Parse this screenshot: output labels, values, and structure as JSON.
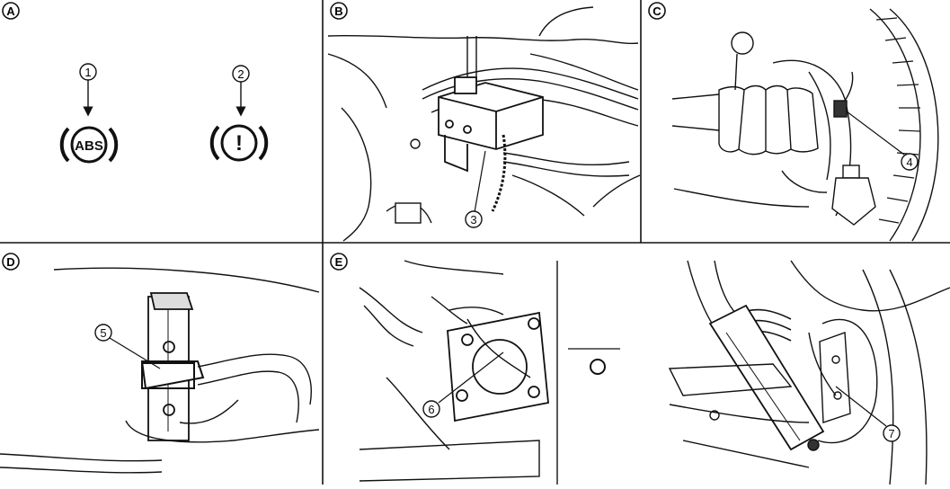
{
  "panels": {
    "A": {
      "label": "A",
      "icons": [
        {
          "number": "1",
          "text": "ABS"
        },
        {
          "number": "2",
          "text": "!"
        }
      ]
    },
    "B": {
      "label": "B",
      "callout": "3"
    },
    "C": {
      "label": "C",
      "callout": "4"
    },
    "D": {
      "label": "D",
      "callout": "5"
    },
    "E": {
      "label": "E",
      "callouts": [
        "6",
        "7"
      ]
    }
  },
  "colors": {
    "ink": "#111111",
    "paper": "#ffffff",
    "shade": "#d8d8d8"
  }
}
